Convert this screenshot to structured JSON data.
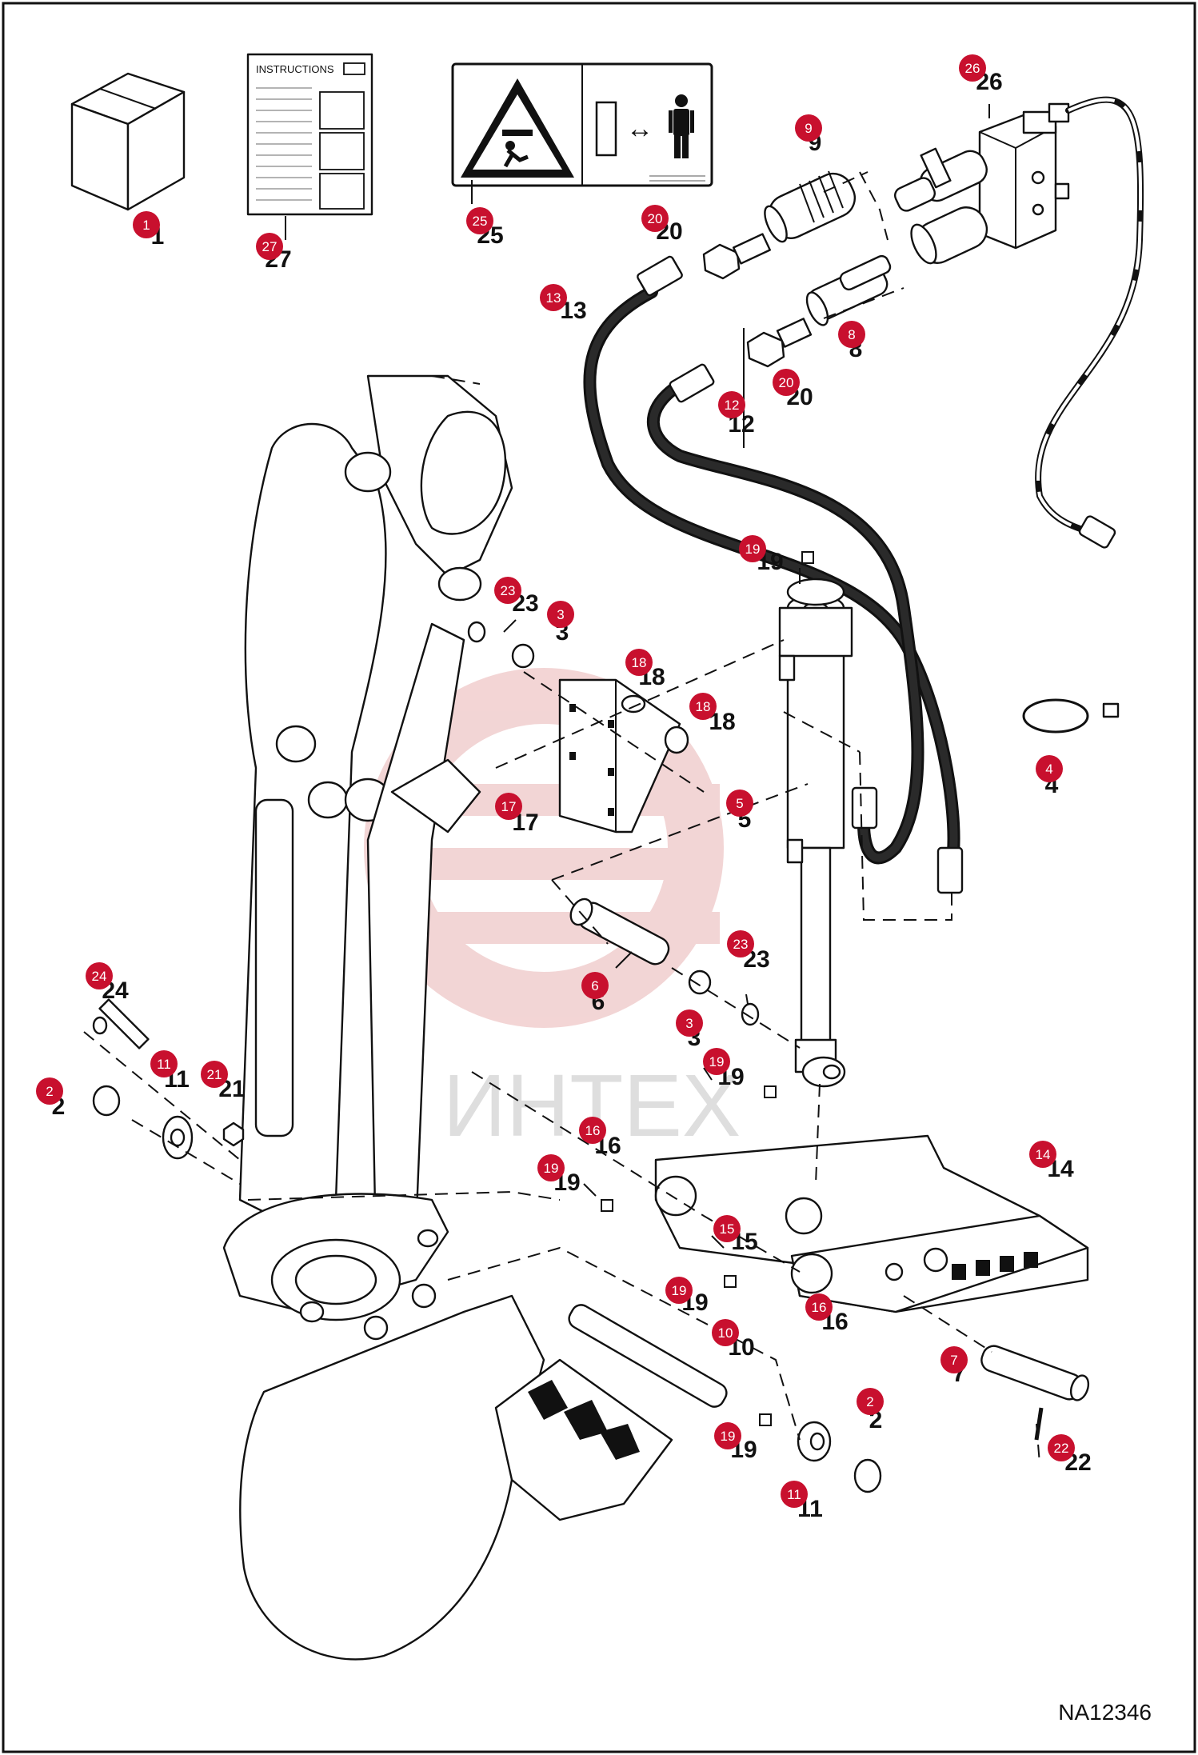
{
  "drawing_id": "NA12346",
  "watermark": "ИНТЕХ",
  "colors": {
    "badge": "#c8102e",
    "line": "#111111",
    "watermark": "#e8b4b4"
  },
  "decal": {
    "instructions_label": "INSTRUCTIONS"
  },
  "callouts": [
    {
      "num": "1"
    },
    {
      "num": "27"
    },
    {
      "num": "25"
    },
    {
      "num": "20"
    },
    {
      "num": "9"
    },
    {
      "num": "26"
    },
    {
      "num": "13"
    },
    {
      "num": "8"
    },
    {
      "num": "20"
    },
    {
      "num": "12"
    },
    {
      "num": "19"
    },
    {
      "num": "23"
    },
    {
      "num": "3"
    },
    {
      "num": "18"
    },
    {
      "num": "18"
    },
    {
      "num": "17"
    },
    {
      "num": "5"
    },
    {
      "num": "4"
    },
    {
      "num": "6"
    },
    {
      "num": "23"
    },
    {
      "num": "3"
    },
    {
      "num": "19"
    },
    {
      "num": "24"
    },
    {
      "num": "11"
    },
    {
      "num": "21"
    },
    {
      "num": "2"
    },
    {
      "num": "16"
    },
    {
      "num": "14"
    },
    {
      "num": "19"
    },
    {
      "num": "15"
    },
    {
      "num": "19"
    },
    {
      "num": "16"
    },
    {
      "num": "10"
    },
    {
      "num": "7"
    },
    {
      "num": "2"
    },
    {
      "num": "19"
    },
    {
      "num": "22"
    },
    {
      "num": "11"
    }
  ]
}
